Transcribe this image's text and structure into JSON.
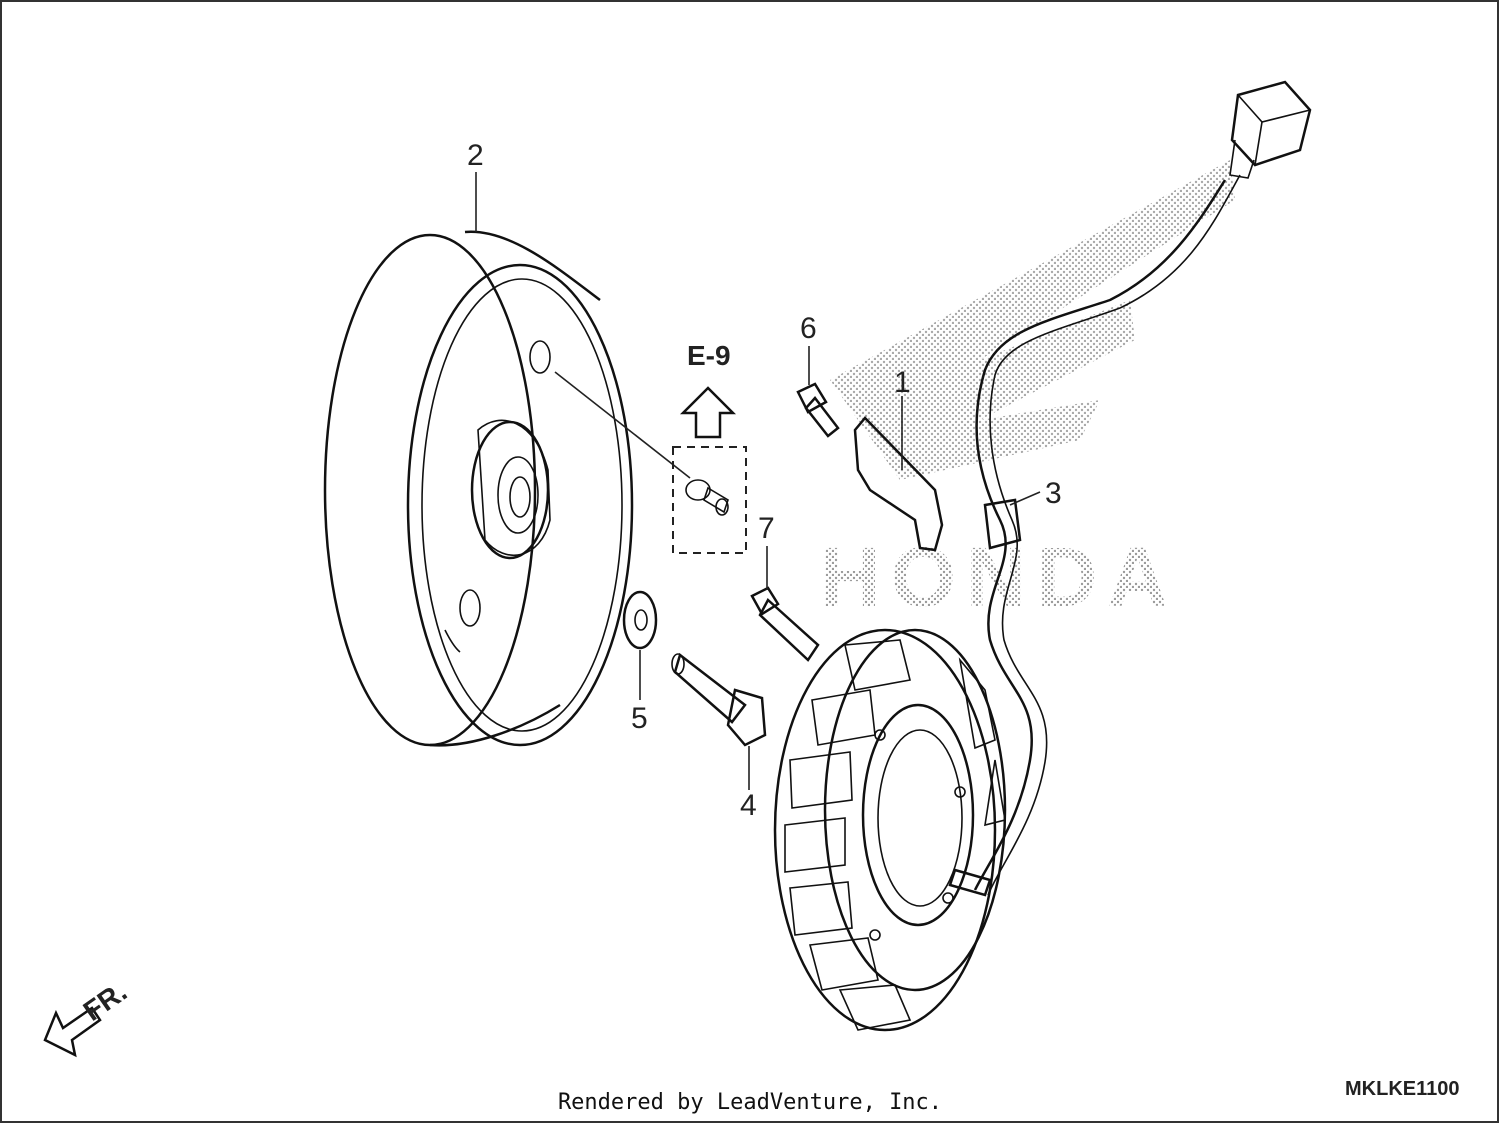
{
  "diagram": {
    "callouts": {
      "part1": "1",
      "part2": "2",
      "part3": "3",
      "part4": "4",
      "part5": "5",
      "part6": "6",
      "part7": "7"
    },
    "reference": "E-9",
    "front_label": "FR.",
    "brand_watermark": "HONDA",
    "diagram_code": "MKLKE1100"
  },
  "footer": {
    "credit": "Rendered by LeadVenture, Inc."
  },
  "colors": {
    "line": "#111111",
    "watermark": "#b8b8b8",
    "background": "#ffffff"
  }
}
